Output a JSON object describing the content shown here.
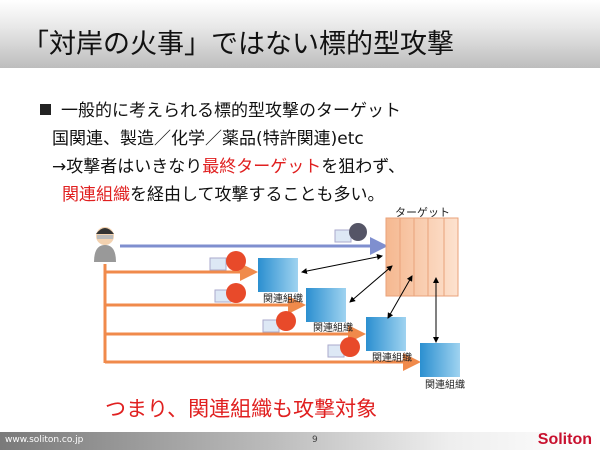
{
  "title": "「対岸の火事」ではない標的型攻撃",
  "body": {
    "line1": "一般的に考えられる標的型攻撃のターゲット",
    "line2": "国関連、製造／化学／薬品(特許関連)etc",
    "line3_prefix": "→攻撃者はいきなり",
    "line3_red": "最終ターゲット",
    "line3_suffix": "を狙わず、",
    "line4_red": "関連組織",
    "line4_suffix": "を経由して攻撃することも多い。"
  },
  "diagram": {
    "target_label": "ターゲット",
    "related_labels": [
      "関連組織",
      "関連組織",
      "関連組織",
      "関連組織"
    ]
  },
  "conclusion": "つまり、関連組織も攻撃対象",
  "footer": {
    "url": "www.soliton.co.jp",
    "page": "9",
    "logo": "Soliton"
  },
  "colors": {
    "accent_red": "#e02020",
    "orange_arrow": "#f08a4b",
    "blue_arrow": "#7f8fcf"
  }
}
